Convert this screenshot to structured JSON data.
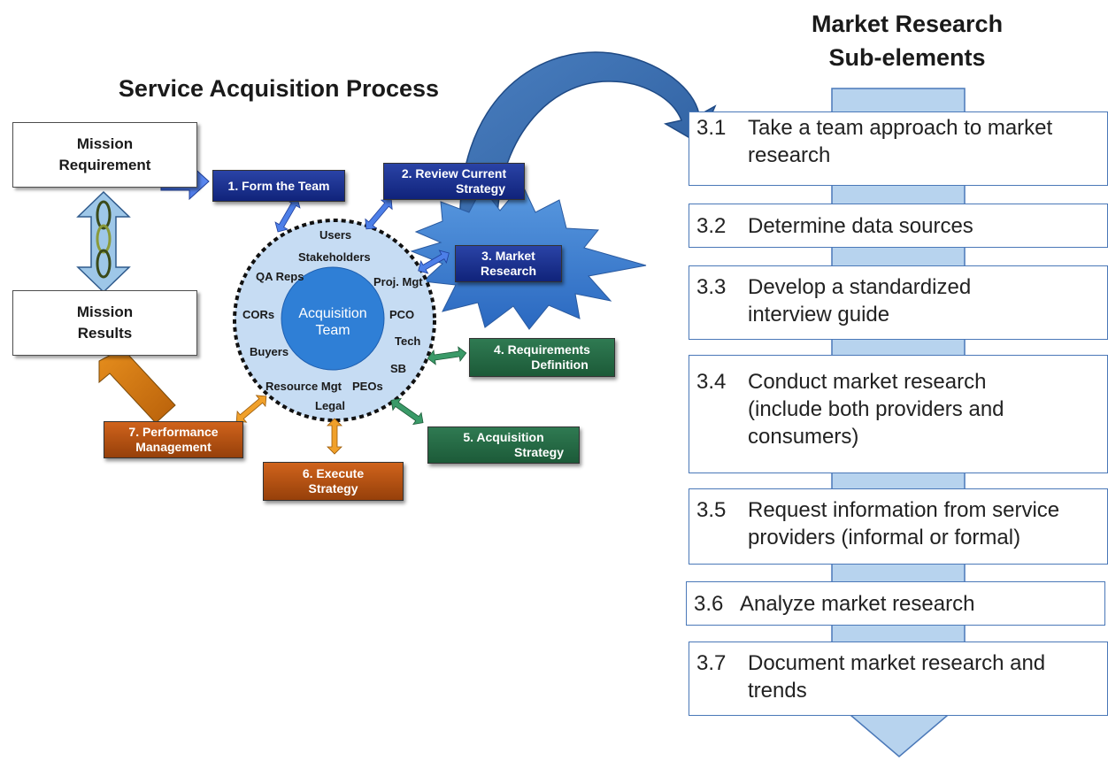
{
  "left_title": "Service Acquisition Process",
  "right_title_line1": "Market Research",
  "right_title_line2": "Sub-elements",
  "mission_requirement": [
    "Mission",
    "Requirement"
  ],
  "mission_results": [
    "Mission",
    "Results"
  ],
  "center_label": [
    "Acquisition",
    "Team"
  ],
  "roles": {
    "users": "Users",
    "stakeholders": "Stakeholders",
    "qa_reps": "QA Reps",
    "proj_mgt": "Proj. Mgt",
    "cors": "CORs",
    "pco": "PCO",
    "tech": "Tech",
    "buyers": "Buyers",
    "sb": "SB",
    "resource_mgt": "Resource Mgt",
    "peos": "PEOs",
    "legal": "Legal"
  },
  "steps": {
    "s1": [
      "1.  Form the Team"
    ],
    "s2": [
      "2.  Review Current",
      "Strategy"
    ],
    "s3": [
      "3.  Market",
      "Research"
    ],
    "s4": [
      "4.  Requirements",
      "Definition"
    ],
    "s5": [
      "5.  Acquisition",
      "Strategy"
    ],
    "s6": [
      "6.  Execute",
      "Strategy"
    ],
    "s7": [
      "7.  Performance",
      "Management"
    ]
  },
  "subelements": [
    {
      "num": "3.1",
      "line1": "Take a team approach to market",
      "line2": "research"
    },
    {
      "num": "3.2",
      "line1": "Determine data sources"
    },
    {
      "num": "3.3",
      "line1": "Develop a standardized",
      "line2": "interview guide"
    },
    {
      "num": "3.4",
      "line1": "Conduct market research",
      "line2": "(include both providers and",
      "line3": "consumers)"
    },
    {
      "num": "3.5",
      "line1": "Request information from service",
      "line2": "providers (informal or formal)"
    },
    {
      "num": "3.6",
      "line1": "Analyze market research"
    },
    {
      "num": "3.7",
      "line1": "Document market research and",
      "line2": "trends"
    }
  ],
  "colors": {
    "step_blue": "#1a2f8f",
    "step_green": "#256645",
    "step_orange": "#b8520f",
    "circle_fill": "#c6dcf3",
    "center_fill": "#2f7fd6",
    "subelement_border": "#4a78b8",
    "spine_fill": "#b7d3ee"
  }
}
